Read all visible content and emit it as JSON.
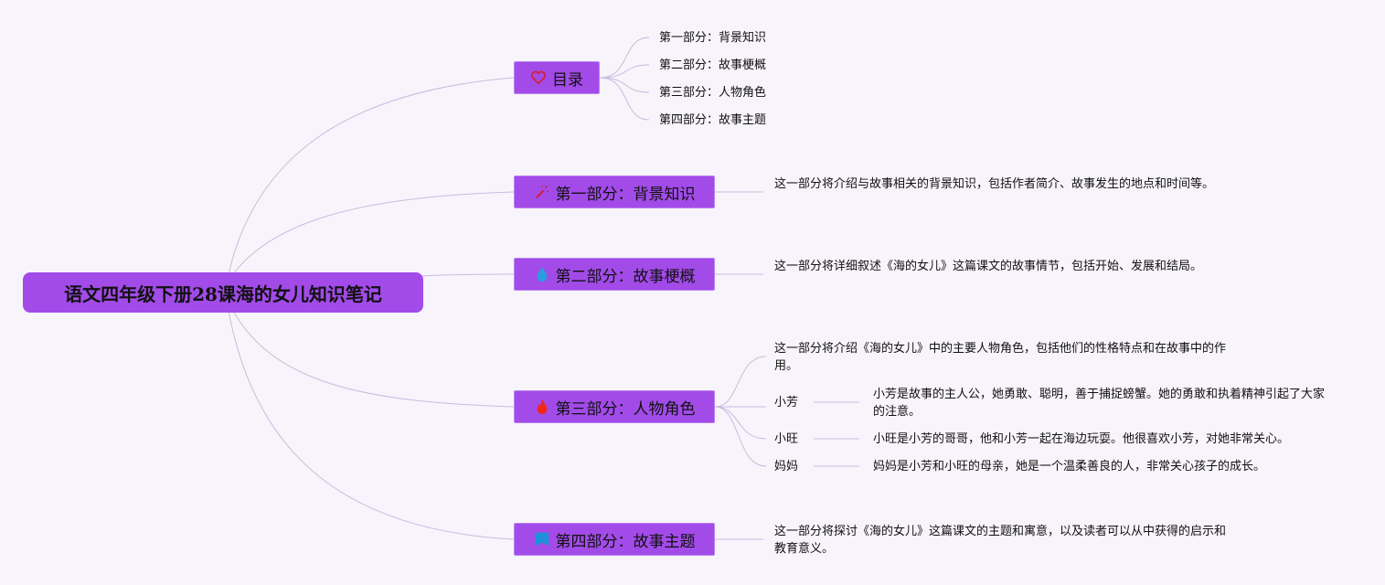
{
  "root": {
    "title": "语文四年级下册28课海的女儿知识笔记"
  },
  "toc": {
    "label": "目录",
    "icon": "heart-icon",
    "items": [
      "第一部分：背景知识",
      "第二部分：故事梗概",
      "第三部分：人物角色",
      "第四部分：故事主题"
    ]
  },
  "part1": {
    "label": "第一部分：背景知识",
    "icon": "magic-wand-icon",
    "text": "这一部分将介绍与故事相关的背景知识，包括作者简介、故事发生的地点和时间等。"
  },
  "part2": {
    "label": "第二部分：故事梗概",
    "icon": "blue-flame-icon",
    "text": "这一部分将详细叙述《海的女儿》这篇课文的故事情节，包括开始、发展和结局。"
  },
  "part3": {
    "label": "第三部分：人物角色",
    "icon": "red-flame-icon",
    "text": "这一部分将介绍《海的女儿》中的主要人物角色，包括他们的性格特点和在故事中的作用。",
    "characters": [
      {
        "name": "小芳",
        "desc": "小芳是故事的主人公，她勇敢、聪明，善于捕捉螃蟹。她的勇敢和执着精神引起了大家的注意。"
      },
      {
        "name": "小旺",
        "desc": "小旺是小芳的哥哥，他和小芳一起在海边玩耍。他很喜欢小芳，对她非常关心。"
      },
      {
        "name": "妈妈",
        "desc": "妈妈是小芳和小旺的母亲，她是一个温柔善良的人，非常关心孩子的成长。"
      }
    ]
  },
  "part4": {
    "label": "第四部分：故事主题",
    "icon": "flag-icon",
    "text": "这一部分将探讨《海的女儿》这篇课文的主题和寓意，以及读者可以从中获得的启示和教育意义。"
  },
  "colors": {
    "node": "#a24be9",
    "line": "#c9bbe0"
  }
}
